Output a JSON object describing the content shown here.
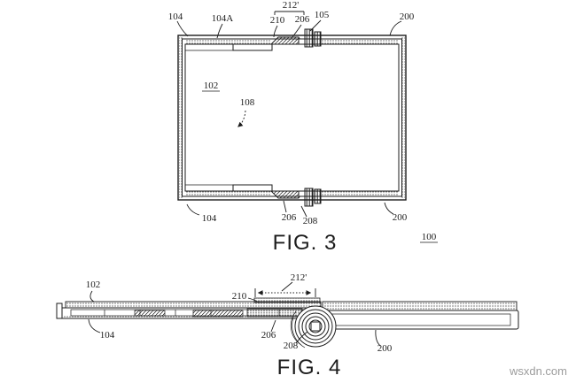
{
  "figure3": {
    "caption": "FIG. 3",
    "overall_ref": "100",
    "label_104_top": "104",
    "label_104A": "104A",
    "label_210": "210",
    "label_206_top": "206",
    "label_105": "105",
    "label_212_prime": "212'",
    "label_200_top": "200",
    "label_102": "102",
    "label_108": "108",
    "label_104_bottom": "104",
    "label_206_bottom": "206",
    "label_208": "208",
    "label_200_bottom": "200"
  },
  "figure4": {
    "caption": "FIG. 4",
    "label_102": "102",
    "label_104": "104",
    "label_210": "210",
    "label_212_prime": "212'",
    "label_206": "206",
    "label_208": "208",
    "label_200": "200"
  },
  "watermark": {
    "text": "wsxdn.com"
  },
  "colors": {
    "ink": "#1c1c1c",
    "watermark_gray": "#9c9c9c",
    "background": "#ffffff"
  }
}
